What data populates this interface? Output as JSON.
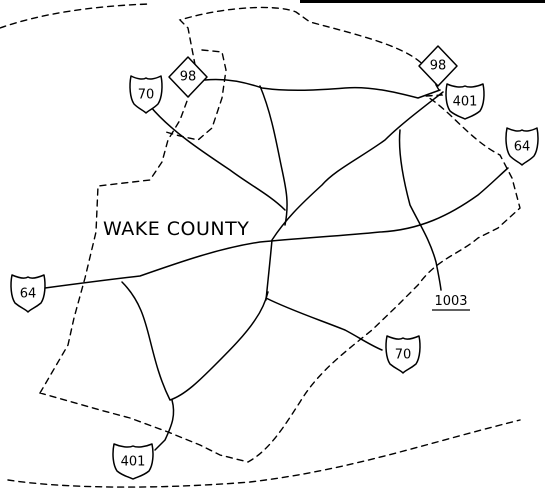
{
  "map": {
    "county_label": "WAKE COUNTY",
    "shields": [
      {
        "id": "us-70-nw",
        "kind": "us",
        "text": "70"
      },
      {
        "id": "nc-98-west",
        "kind": "nc",
        "text": "98"
      },
      {
        "id": "nc-98-east",
        "kind": "nc",
        "text": "98"
      },
      {
        "id": "us-401-north",
        "kind": "us",
        "text": "401"
      },
      {
        "id": "us-64-east",
        "kind": "us",
        "text": "64"
      },
      {
        "id": "us-64-west",
        "kind": "us",
        "text": "64"
      },
      {
        "id": "us-70-se",
        "kind": "us",
        "text": "70"
      },
      {
        "id": "us-401-south",
        "kind": "us",
        "text": "401"
      }
    ],
    "secondary_road": {
      "text": "1003"
    }
  }
}
